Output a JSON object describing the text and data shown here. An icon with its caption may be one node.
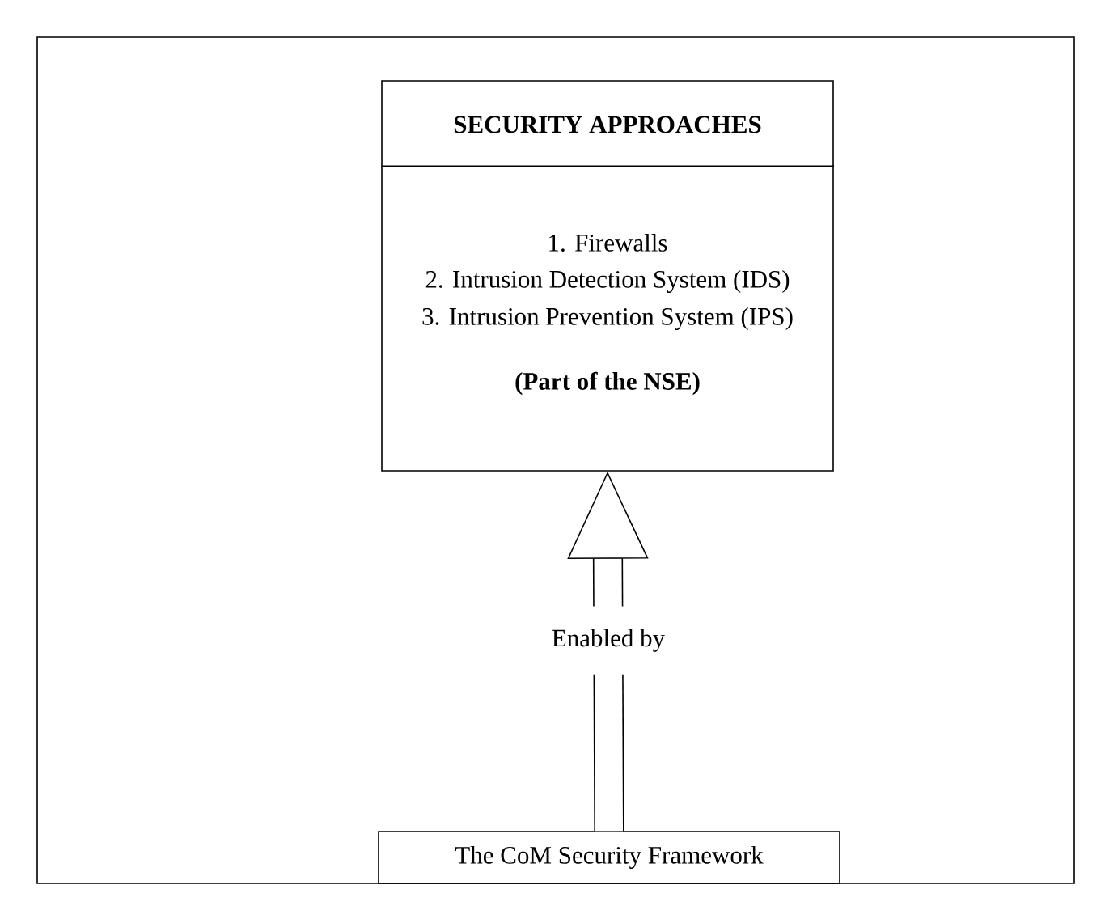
{
  "diagram": {
    "nodes": [
      {
        "text": [
          "SECURITY APPROACHES",
          "1. Firewalls",
          "2. Intrusion Detection System (IDS)",
          "3. Intrusion Prevention System (IPS)",
          "(Part of the NSE)"
        ]
      },
      {
        "text": [
          "The CoM Security Framework"
        ]
      }
    ],
    "edges": [
      {
        "from": 1,
        "to": 0,
        "arrow": "to",
        "label": "Enabled by"
      }
    ]
  }
}
